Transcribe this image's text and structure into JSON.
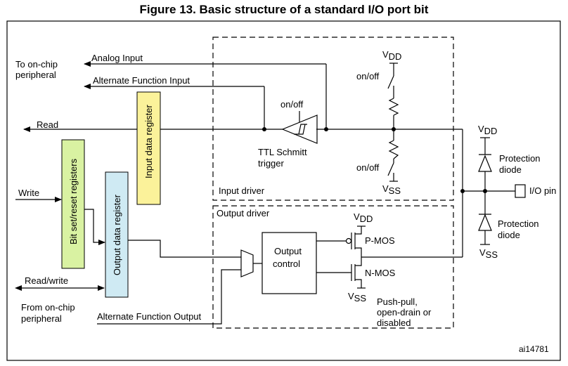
{
  "title": "Figure 13. Basic structure of a standard I/O port bit",
  "labels": {
    "to_onchip_line1": "To on-chip",
    "to_onchip_line2": "peripheral",
    "analog_input": "Analog Input",
    "alt_func_input": "Alternate Function Input",
    "read": "Read",
    "write": "Write",
    "read_write": "Read/write",
    "from_onchip_line1": "From on-chip",
    "from_onchip_line2": "peripheral",
    "alt_func_output": "Alternate Function Output",
    "bit_set_reset": "Bit set/reset registers",
    "input_data_register": "Input data register",
    "output_data_register": "Output data register",
    "onoff_top_schmitt": "on/off",
    "ttl_line1": "TTL Schmitt",
    "ttl_line2": "trigger",
    "vdd_pull": "V",
    "vdd_pull_sub": "DD",
    "onoff_pullup": "on/off",
    "onoff_pulldown": "on/off",
    "vss_pull": "V",
    "vss_pull_sub": "SS",
    "input_driver": "Input driver",
    "output_driver": "Output driver",
    "output_control_line1": "Output",
    "output_control_line2": "control",
    "vdd_pmos": "V",
    "vdd_pmos_sub": "DD",
    "pmos": "P-MOS",
    "nmos": "N-MOS",
    "vss_nmos": "V",
    "vss_nmos_sub": "SS",
    "pushpull_line1": "Push-pull,",
    "pushpull_line2": "open-drain or",
    "pushpull_line3": "disabled",
    "vdd_prot": "V",
    "vdd_prot_sub": "DD",
    "protection_top_line1": "Protection",
    "protection_top_line2": "diode",
    "protection_bottom_line1": "Protection",
    "protection_bottom_line2": "diode",
    "vss_prot": "V",
    "vss_prot_sub": "SS",
    "io_pin": "I/O pin",
    "ref_code": "ai14781"
  },
  "colors": {
    "input_data_register_fill": "#fbf29a",
    "bit_set_reset_fill": "#d9f2a2",
    "output_data_register_fill": "#cfeaf3",
    "line": "#000000"
  }
}
